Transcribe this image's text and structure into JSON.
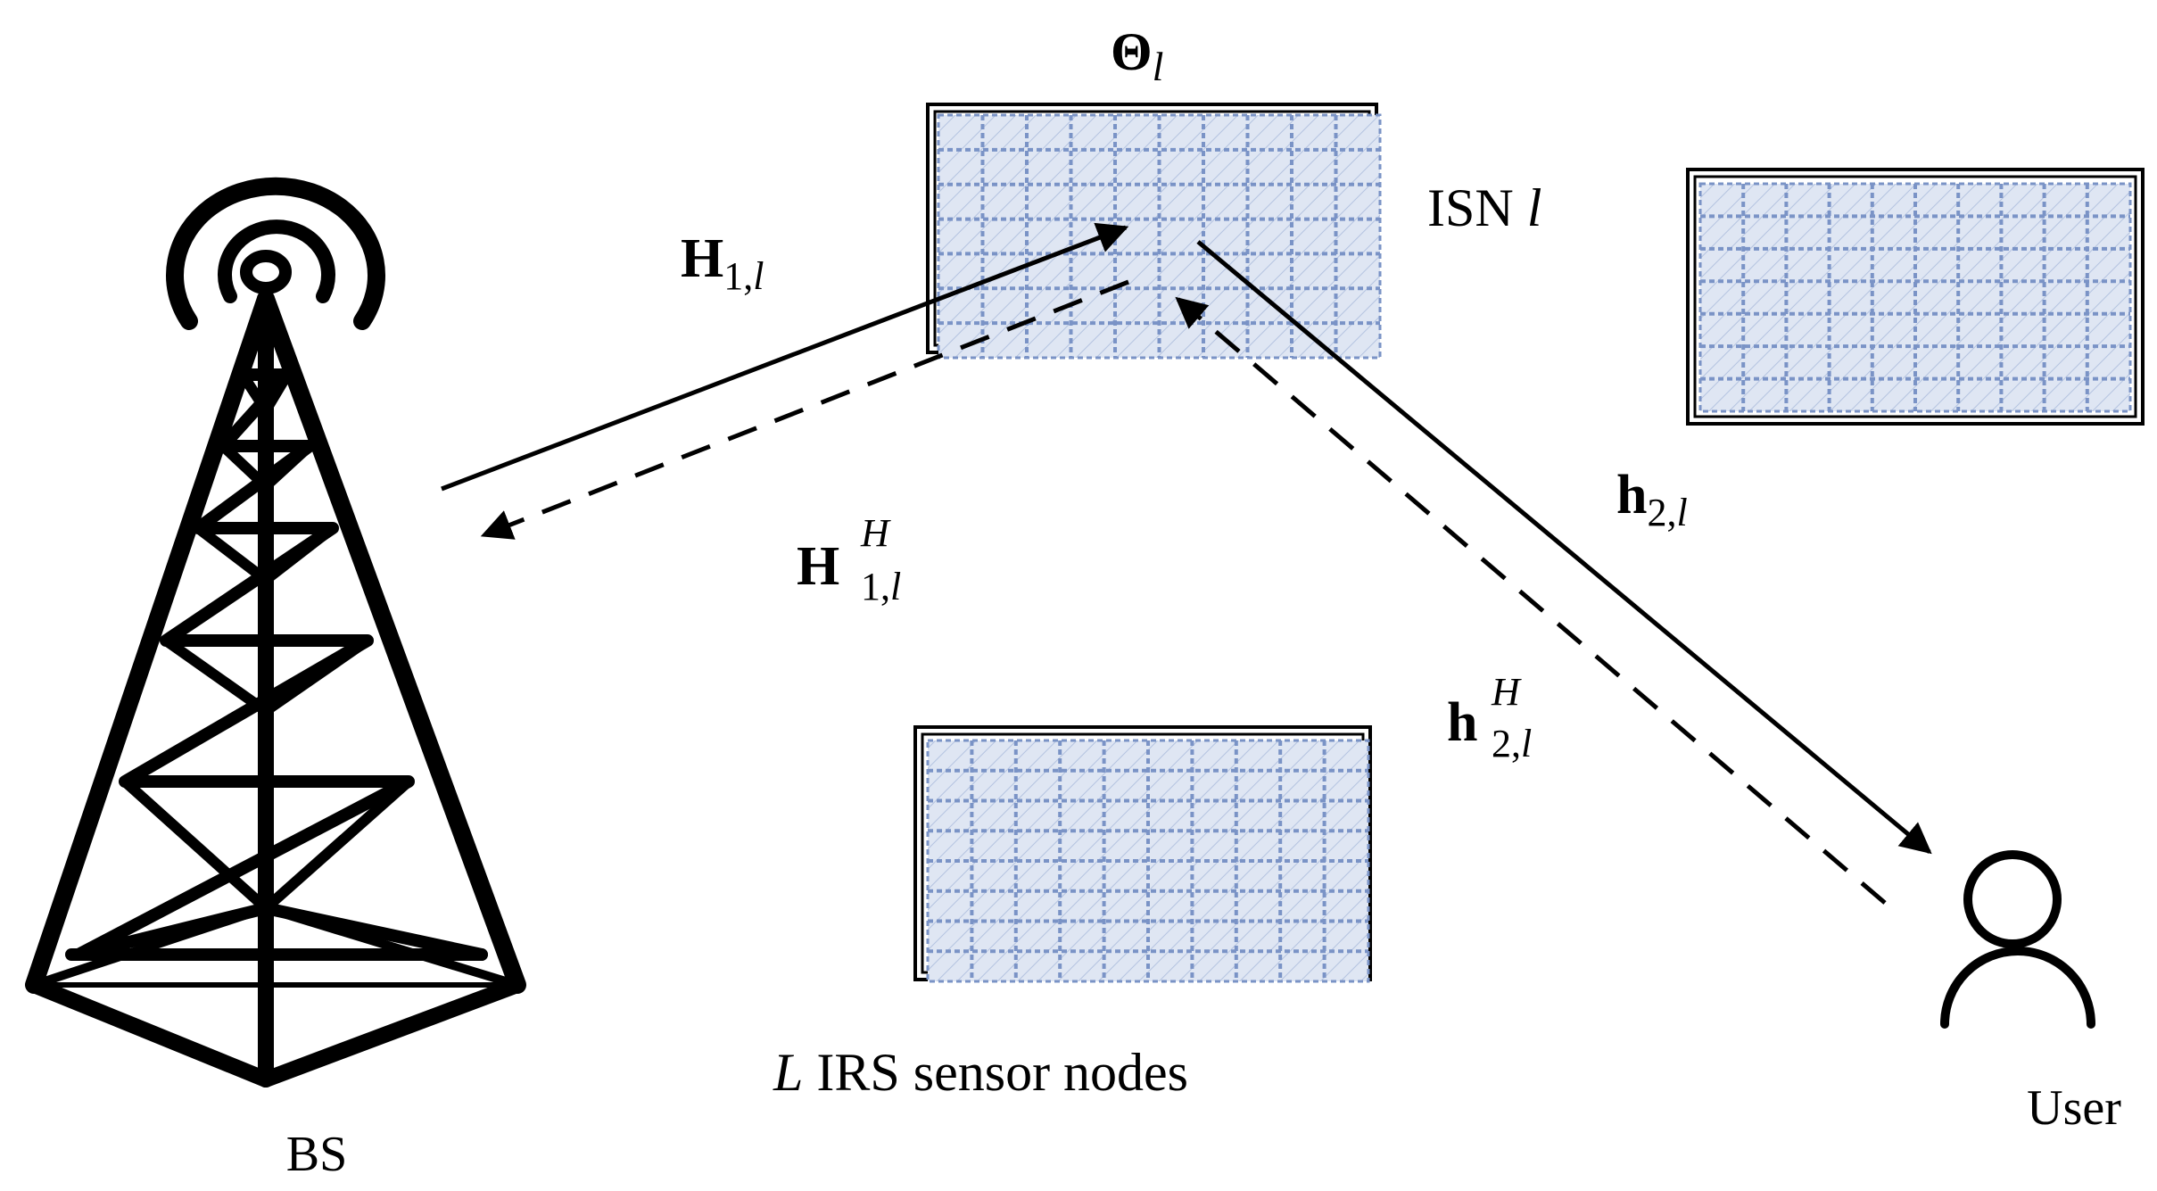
{
  "labels": {
    "bs": "BS",
    "user": "User",
    "isn": {
      "prefix": "ISN ",
      "index": "l"
    },
    "theta": {
      "symbol": "Θ",
      "sub": "l"
    },
    "h1": {
      "symbol": "H",
      "sub_num": "1,",
      "sub_idx": "l"
    },
    "h1_hermitian": {
      "symbol": "H",
      "sup": "H",
      "sub_num": "1,",
      "sub_idx": "l"
    },
    "h2": {
      "symbol": "h",
      "sub_num": "2,",
      "sub_idx": "l"
    },
    "h2_hermitian": {
      "symbol": "h",
      "sup": "H",
      "sub_num": "2,",
      "sub_idx": "l"
    },
    "nodes_caption": {
      "count": "L",
      "text": " IRS sensor nodes"
    }
  },
  "colors": {
    "ink": "#000000",
    "panel_fill": "#dfe6f3",
    "panel_grid": "#7a93c6"
  },
  "icons": {
    "bs": "cell-tower-icon",
    "user": "user-icon"
  }
}
